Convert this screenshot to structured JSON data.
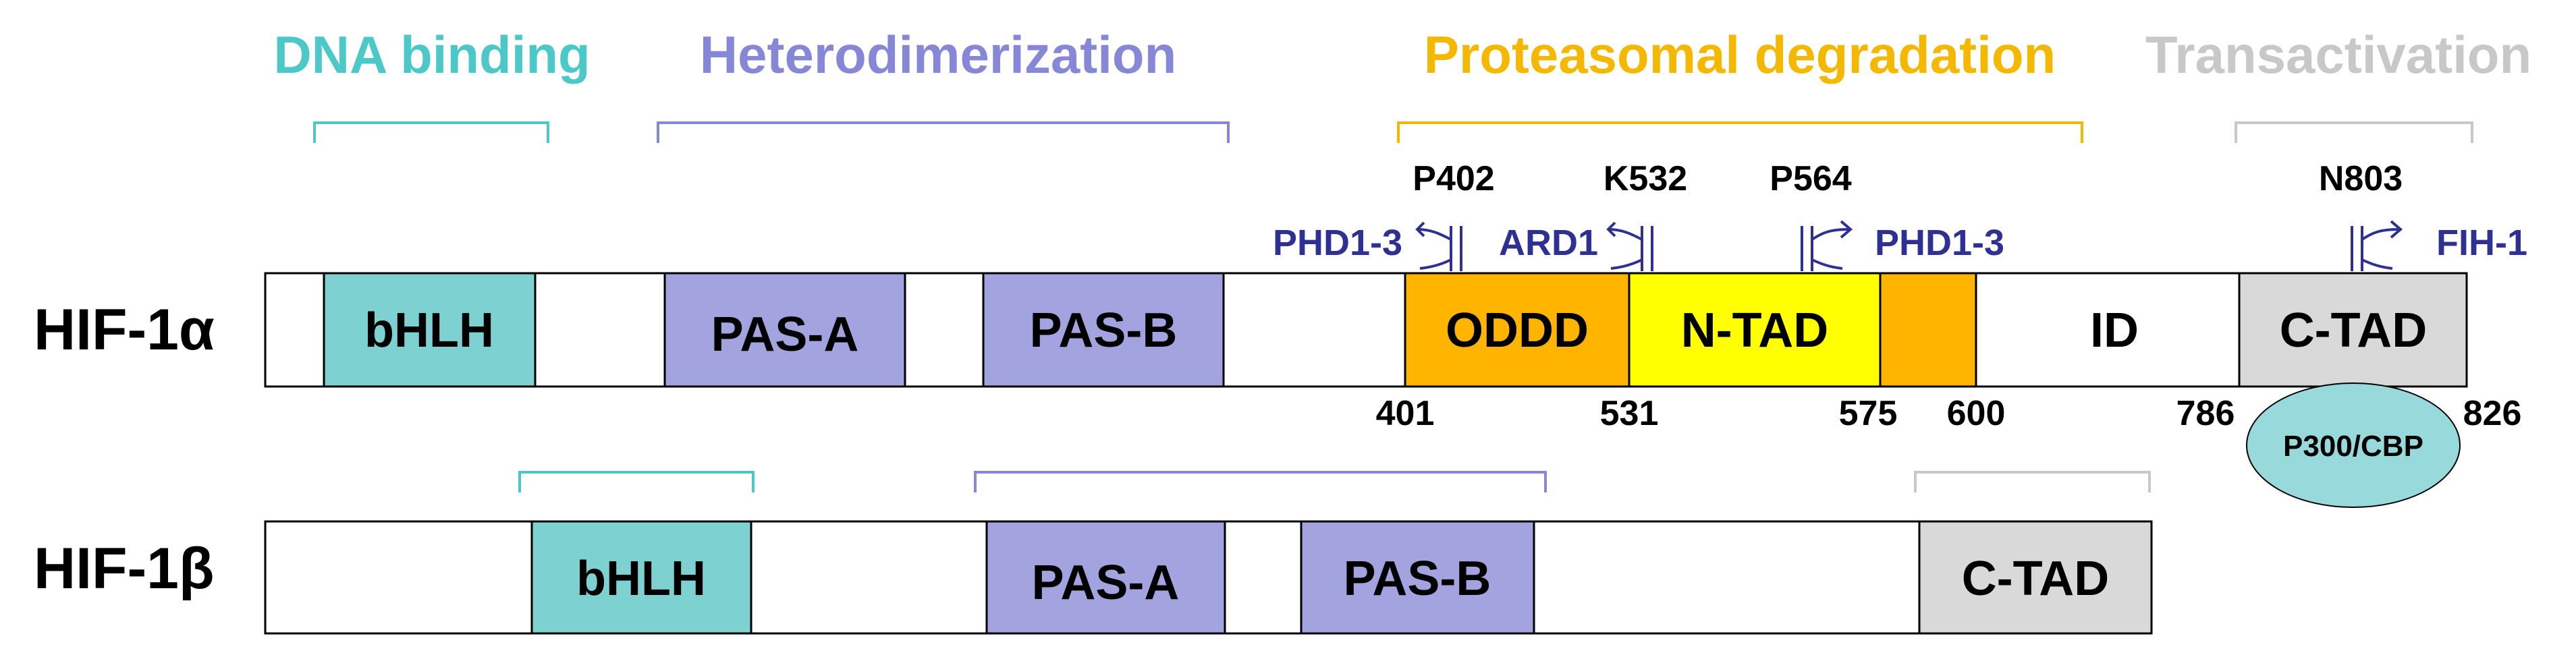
{
  "colors": {
    "dna_binding": "#4dc8c8",
    "heterodimerization": "#8787d8",
    "proteasomal": "#f5b800",
    "transactivation": "#c8c8c8",
    "bhlh_fill": "#7dd1d1",
    "pas_fill": "#a3a3e0",
    "oddd_fill": "#ffb400",
    "ntad_fill": "#ffff00",
    "ctad_fill": "#d9d9d9",
    "enzyme_text": "#2e3192",
    "p300_fill": "#98d9dc"
  },
  "categories": {
    "dna_binding": "DNA binding",
    "heterodimerization": "Heterodimerization",
    "proteasomal": "Proteasomal degradation",
    "transactivation": "Transactivation"
  },
  "hif1a": {
    "label": "HIF-1α",
    "domains": {
      "bhlh": "bHLH",
      "pas_a": "PAS-A",
      "pas_b": "PAS-B",
      "oddd": "ODDD",
      "ntad": "N-TAD",
      "id": "ID",
      "ctad": "C-TAD"
    },
    "positions": {
      "p401": "401",
      "p531": "531",
      "p575": "575",
      "p600": "600",
      "p786": "786",
      "p826": "826"
    },
    "residues": {
      "p402": "P402",
      "k532": "K532",
      "p564": "P564",
      "n803": "N803"
    },
    "enzymes": {
      "phd_left": "PHD1-3",
      "ard1": "ARD1",
      "phd_right": "PHD1-3",
      "fih1": "FIH-1"
    },
    "coactivator": "P300/CBP"
  },
  "hif1b": {
    "label": "HIF-1β",
    "domains": {
      "bhlh": "bHLH",
      "pas_a": "PAS-A",
      "pas_b": "PAS-B",
      "ctad": "C-TAD"
    }
  }
}
